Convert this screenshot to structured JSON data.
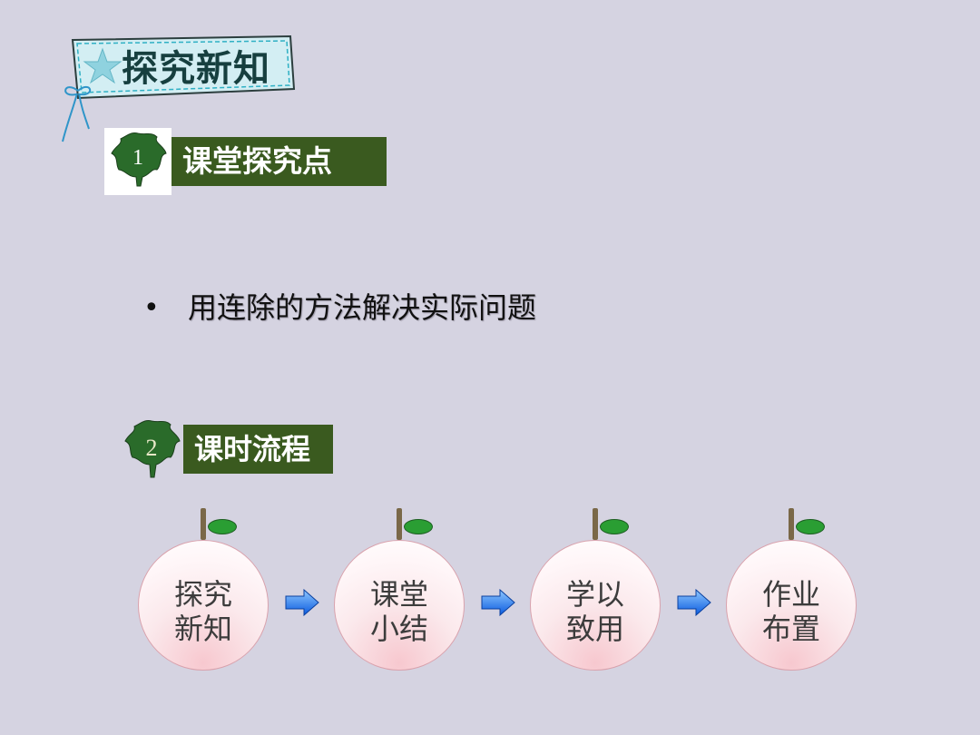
{
  "header": {
    "title": "探究新知"
  },
  "sections": [
    {
      "number": "1",
      "label": "课堂探究点"
    },
    {
      "number": "2",
      "label": "课时流程"
    }
  ],
  "bullets": [
    "用连除的方法解决实际问题"
  ],
  "flow": {
    "steps": [
      "探究\n新知",
      "课堂\n小结",
      "学以\n致用",
      "作业\n布置"
    ]
  },
  "colors": {
    "background": "#d5d3e1",
    "section_bar": "#3a5a1f",
    "leaf": "#2a6b2a",
    "arrow": "#1f7bff"
  }
}
